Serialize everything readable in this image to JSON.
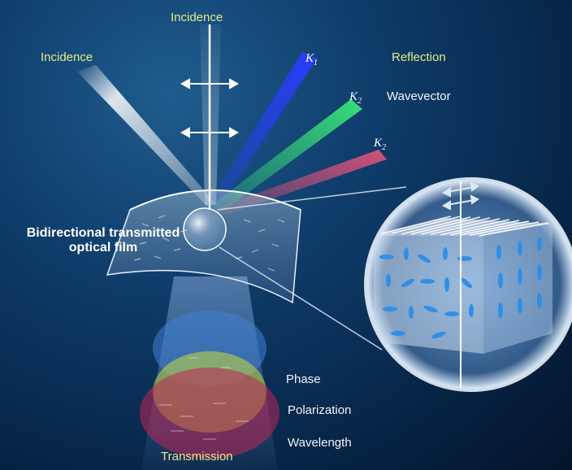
{
  "labels": {
    "incidence_top": "Incidence",
    "incidence_left": "Incidence",
    "reflection": "Reflection",
    "k1_letter": "K",
    "k1_sub": "1",
    "k2_letter": "K",
    "k2_sub": "2",
    "k3_letter": "K",
    "k3_sub": "2",
    "wavevector": "Wavevector",
    "film_line1": "Bidirectional transmitted",
    "film_line2": "optical film",
    "phase": "Phase",
    "polarization": "Polarization",
    "wavelength": "Wavelength",
    "transmission": "Transmission"
  },
  "colors": {
    "beam_k1": "#2a3cff",
    "beam_k2": "#39e07a",
    "beam_k3": "#e0527a",
    "label_yellow": "#e6ec8a",
    "circle_phase": "#3f7fd6",
    "circle_polarization": "#c6dc3a",
    "circle_wavelength": "#c0245a"
  }
}
